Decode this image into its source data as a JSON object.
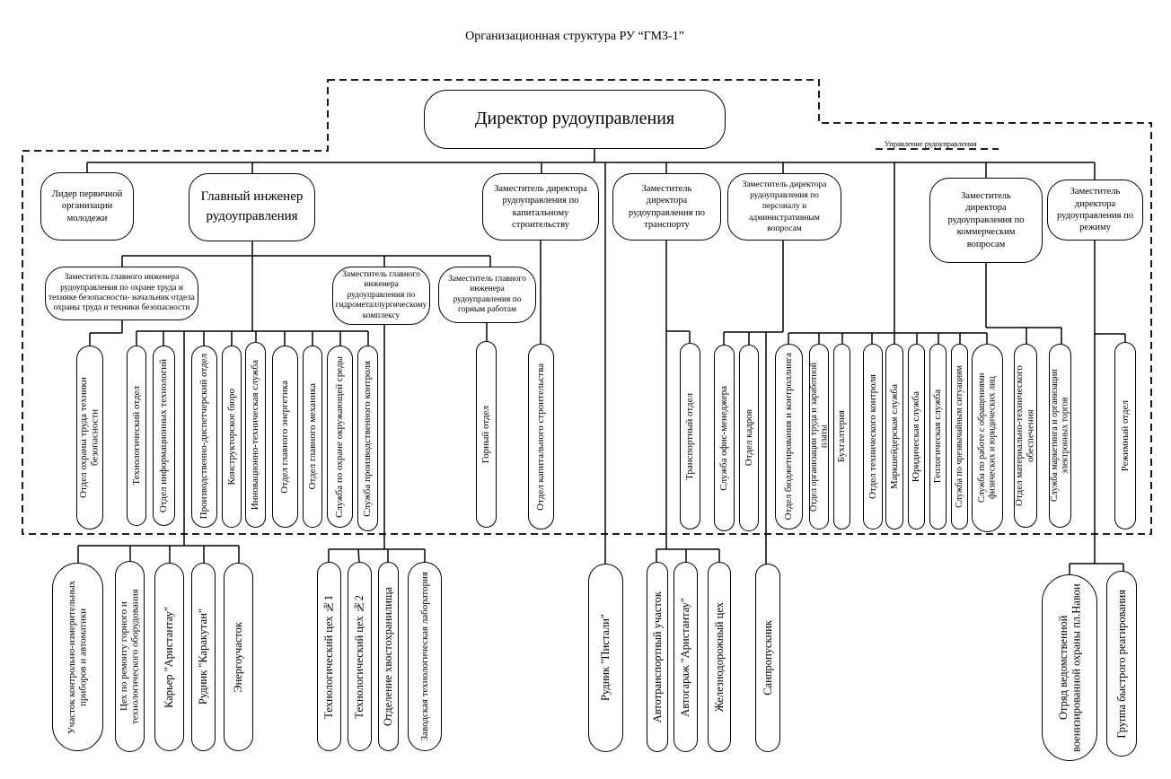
{
  "title": "Организационная структура РУ “ГМЗ-1”",
  "group_label": "Управление рудоуправления",
  "nodes": {
    "director": "Директор рудоуправления",
    "youth_leader": "Лидер первичной организации молодежи",
    "chief_engineer": "Главный инженер рудоуправления",
    "deputy_capital": "Заместитель директора рудоуправления по капитальному строительству",
    "deputy_transport": "Заместитель директора рудоуправления по транспорту",
    "deputy_personnel": "Заместитель директора рудоуправления по персоналу и административным вопросам",
    "deputy_commercial": "Заместитель директора рудоуправления по коммерческим вопросам",
    "deputy_regime": "Заместитель директора рудоуправления по режиму",
    "deputy_ce_safety": "Заместитель главного инженера рудоуправления по охране труда и технике безопасности- начальник отдела охраны труда и техники безопасности",
    "deputy_ce_hydromet": "Заместитель главного инженера рудоуправления по гидрометаллургическому комплексу",
    "deputy_ce_mining": "Заместитель главного инженера рудоуправления по горным работам"
  },
  "departments": {
    "safety": "Отдел охраны труда техники безопасности",
    "chief_engineer": [
      "Технологический отдел",
      "Отдел информационных технологий",
      "Производственно-диспетчерский отдел",
      "Конструкторское бюро",
      "Инновационно-техническая служба",
      "Отдел главного энергетика",
      "Отдел главного механика",
      "Служба по охране окружающей среды",
      "Служба производственного контроля"
    ],
    "mining": "Горный отдел",
    "capital": "Отдел капитального строительства",
    "transport": "Транспортный отдел",
    "personnel": [
      "Служба офис-менеджера",
      "Отдел кадров"
    ],
    "management": [
      "Отдел бюджетирования и контроллинга",
      "Отдел организации труда и заработной платы",
      "Бухгалтерия",
      "Отдел технического контроля",
      "Маркшейдерская служба",
      "Юридическая служба",
      "Геологическая служба",
      "Служба по чрезвычайным ситуациям",
      "Служба по работе с обращениями физических и юридических лиц"
    ],
    "commercial": [
      "Отдел материально-технического обеспечения",
      "Служба маркетинга и организации электронных торгов"
    ],
    "regime": "Режимный отдел"
  },
  "units": {
    "chief_engineer": [
      "Участок контрольно-измерительных приборов и автоматики",
      "Цех по ремонту горного и технологического оборудования",
      "Карьер \"Аристантау\"",
      "Рудник \"Каракутан\"",
      "Энергоучасток"
    ],
    "hydromet": [
      "Технологический цех №1",
      "Технологический цех №2",
      "Отделение хвостохранилища",
      "Заводская технологическая лаборатория"
    ],
    "pistali": "Рудник \"Пистали\"",
    "transport": [
      "Автотранспортный участок",
      "Автогараж \"Аристантау\"",
      "Железнодорожный цех"
    ],
    "sanpropusknik": "Санпропускник",
    "regime": [
      "Отряд ведомственной военизированной охраны пл.Навои",
      "Группа быстрого реагирования"
    ]
  }
}
